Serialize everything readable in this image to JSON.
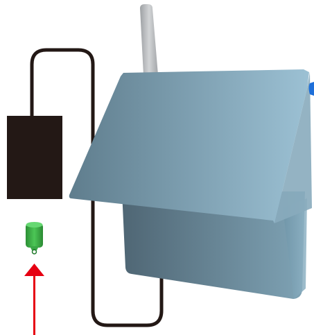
{
  "scene": {
    "subject": "device-installation-illustration",
    "components": [
      "power-adapter",
      "connector-cable",
      "green-sensor",
      "red-arrow-indicator",
      "antenna",
      "enclosure-box",
      "hinged-lid",
      "blue-indicator"
    ]
  },
  "colors": {
    "background": "#ffffff",
    "adapter": "#231815",
    "cable": "#231815",
    "sensor": "#2f9e3a",
    "sensor_light": "#5fd06a",
    "arrow": "#e60012",
    "antenna": "#b7b9bb",
    "box_dark": "#56707f",
    "box_light": "#8fb2c4",
    "lid_dark": "#5f7f90",
    "lid_light": "#9bc0d3",
    "indicator": "#1e6fd9"
  }
}
